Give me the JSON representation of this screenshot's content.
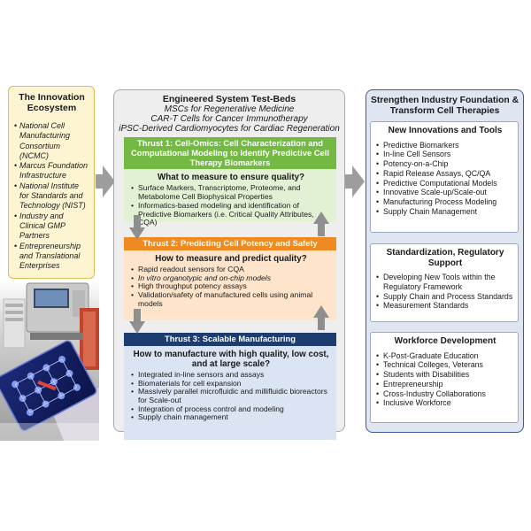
{
  "ecosystem": {
    "title": "The Innovation Ecosystem",
    "items": [
      "National Cell Manufacturing Consortium (NCMC)",
      "Marcus Foundation Infrastructure",
      "National Institute for Standards and Technology (NIST)",
      "Industry and Clinical GMP Partners",
      "Entrepreneurship and Translational Enterprises"
    ]
  },
  "testbeds": {
    "title": "Engineered System Test-Beds",
    "lines": [
      "MSCs for Regenerative Medicine",
      "CAR-T Cells for Cancer Immunotherapy",
      "iPSC-Derived Cardiomyocytes for Cardiac Regeneration"
    ]
  },
  "thrusts": [
    {
      "banner": "Thrust 1: Cell-Omics: Cell Characterization and Computational Modeling to Identify Predictive Cell Therapy Biomarkers",
      "question": "What to measure to ensure quality?",
      "items": [
        "Surface Markers, Transcriptome, Proteome, and Metabolome Cell Biophysical Properties",
        "Informatics-based modeling and identification of Predictive Biomarkers (i.e. Critical Quality Attributes, CQA)"
      ]
    },
    {
      "banner": "Thrust 2: Predicting Cell Potency and Safety",
      "question": "How to measure and predict quality?",
      "items": [
        "Rapid readout sensors for CQA",
        "In vitro organotypic and on-chip models",
        "High throughput potency assays",
        "Validation/safety of manufactured cells using animal models"
      ]
    },
    {
      "banner": "Thrust 3: Scalable Manufacturing",
      "question": "How to manufacture with high quality, low cost, and at large scale?",
      "items": [
        "Integrated in-line sensors and assays",
        "Biomaterials for cell expansion",
        "Massively parallel microfluidic and millifluidic bioreactors for Scale-out",
        "Integration of process control and modeling",
        "Supply chain management"
      ]
    }
  ],
  "outcome": {
    "title": "Strengthen Industry Foundation & Transform Cell Therapies",
    "cards": [
      {
        "title": "New Innovations and Tools",
        "items": [
          "Predictive Biomarkers",
          "In-line Cell Sensors",
          "Potency-on-a-Chip",
          "Rapid Release Assays, QC/QA",
          "Predictive Computational Models",
          "Innovative Scale-up/Scale-out",
          "Manufacturing Process Modeling",
          "Supply Chain Management"
        ]
      },
      {
        "title": "Standardization, Regulatory Support",
        "items": [
          "Developing New Tools within the Regulatory Framework",
          "Supply Chain and Process Standards",
          "Measurement Standards"
        ]
      },
      {
        "title": "Workforce Development",
        "items": [
          "K-Post-Graduate Education",
          "Technical Colleges, Veterans",
          "Students with Disabilities",
          "Entrepreneurship",
          "Cross-Industry Collaborations",
          "Inclusive Workforce"
        ]
      }
    ]
  },
  "colors": {
    "ecosystem_bg": "#fdf5d2",
    "thrust1": "#74b943",
    "thrust2": "#ef8a22",
    "thrust3": "#1d3d6f",
    "outcome_border": "#3c5a95"
  }
}
